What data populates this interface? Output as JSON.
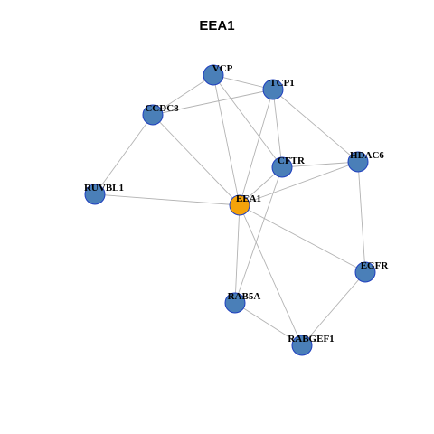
{
  "title": "EEA1",
  "colors": {
    "center_node": "#f5a30a",
    "node": "#4a7fb8",
    "node_border": "#1f3fbf",
    "edge": "#b3b3b3"
  },
  "nodes": [
    {
      "id": "VCP",
      "label": "VCP",
      "center": false
    },
    {
      "id": "TCP1",
      "label": "TCP1",
      "center": false
    },
    {
      "id": "CCDC8",
      "label": "CCDC8",
      "center": false
    },
    {
      "id": "CFTR",
      "label": "CFTR",
      "center": false
    },
    {
      "id": "HDAC6",
      "label": "HDAC6",
      "center": false
    },
    {
      "id": "RUVBL1",
      "label": "RUVBL1",
      "center": false
    },
    {
      "id": "EEA1",
      "label": "EEA1",
      "center": true
    },
    {
      "id": "EGFR",
      "label": "EGFR",
      "center": false
    },
    {
      "id": "RAB5A",
      "label": "RAB5A",
      "center": false
    },
    {
      "id": "RABGEF1",
      "label": "RABGEF1",
      "center": false
    }
  ],
  "edges": [
    [
      "VCP",
      "TCP1"
    ],
    [
      "VCP",
      "CCDC8"
    ],
    [
      "VCP",
      "CFTR"
    ],
    [
      "VCP",
      "EEA1"
    ],
    [
      "TCP1",
      "CCDC8"
    ],
    [
      "TCP1",
      "CFTR"
    ],
    [
      "TCP1",
      "HDAC6"
    ],
    [
      "TCP1",
      "EEA1"
    ],
    [
      "CCDC8",
      "RUVBL1"
    ],
    [
      "CCDC8",
      "EEA1"
    ],
    [
      "CFTR",
      "HDAC6"
    ],
    [
      "CFTR",
      "EEA1"
    ],
    [
      "CFTR",
      "RAB5A"
    ],
    [
      "HDAC6",
      "EEA1"
    ],
    [
      "HDAC6",
      "EGFR"
    ],
    [
      "RUVBL1",
      "EEA1"
    ],
    [
      "EEA1",
      "EGFR"
    ],
    [
      "EEA1",
      "RAB5A"
    ],
    [
      "EEA1",
      "RABGEF1"
    ],
    [
      "EGFR",
      "RABGEF1"
    ],
    [
      "RAB5A",
      "RABGEF1"
    ]
  ]
}
